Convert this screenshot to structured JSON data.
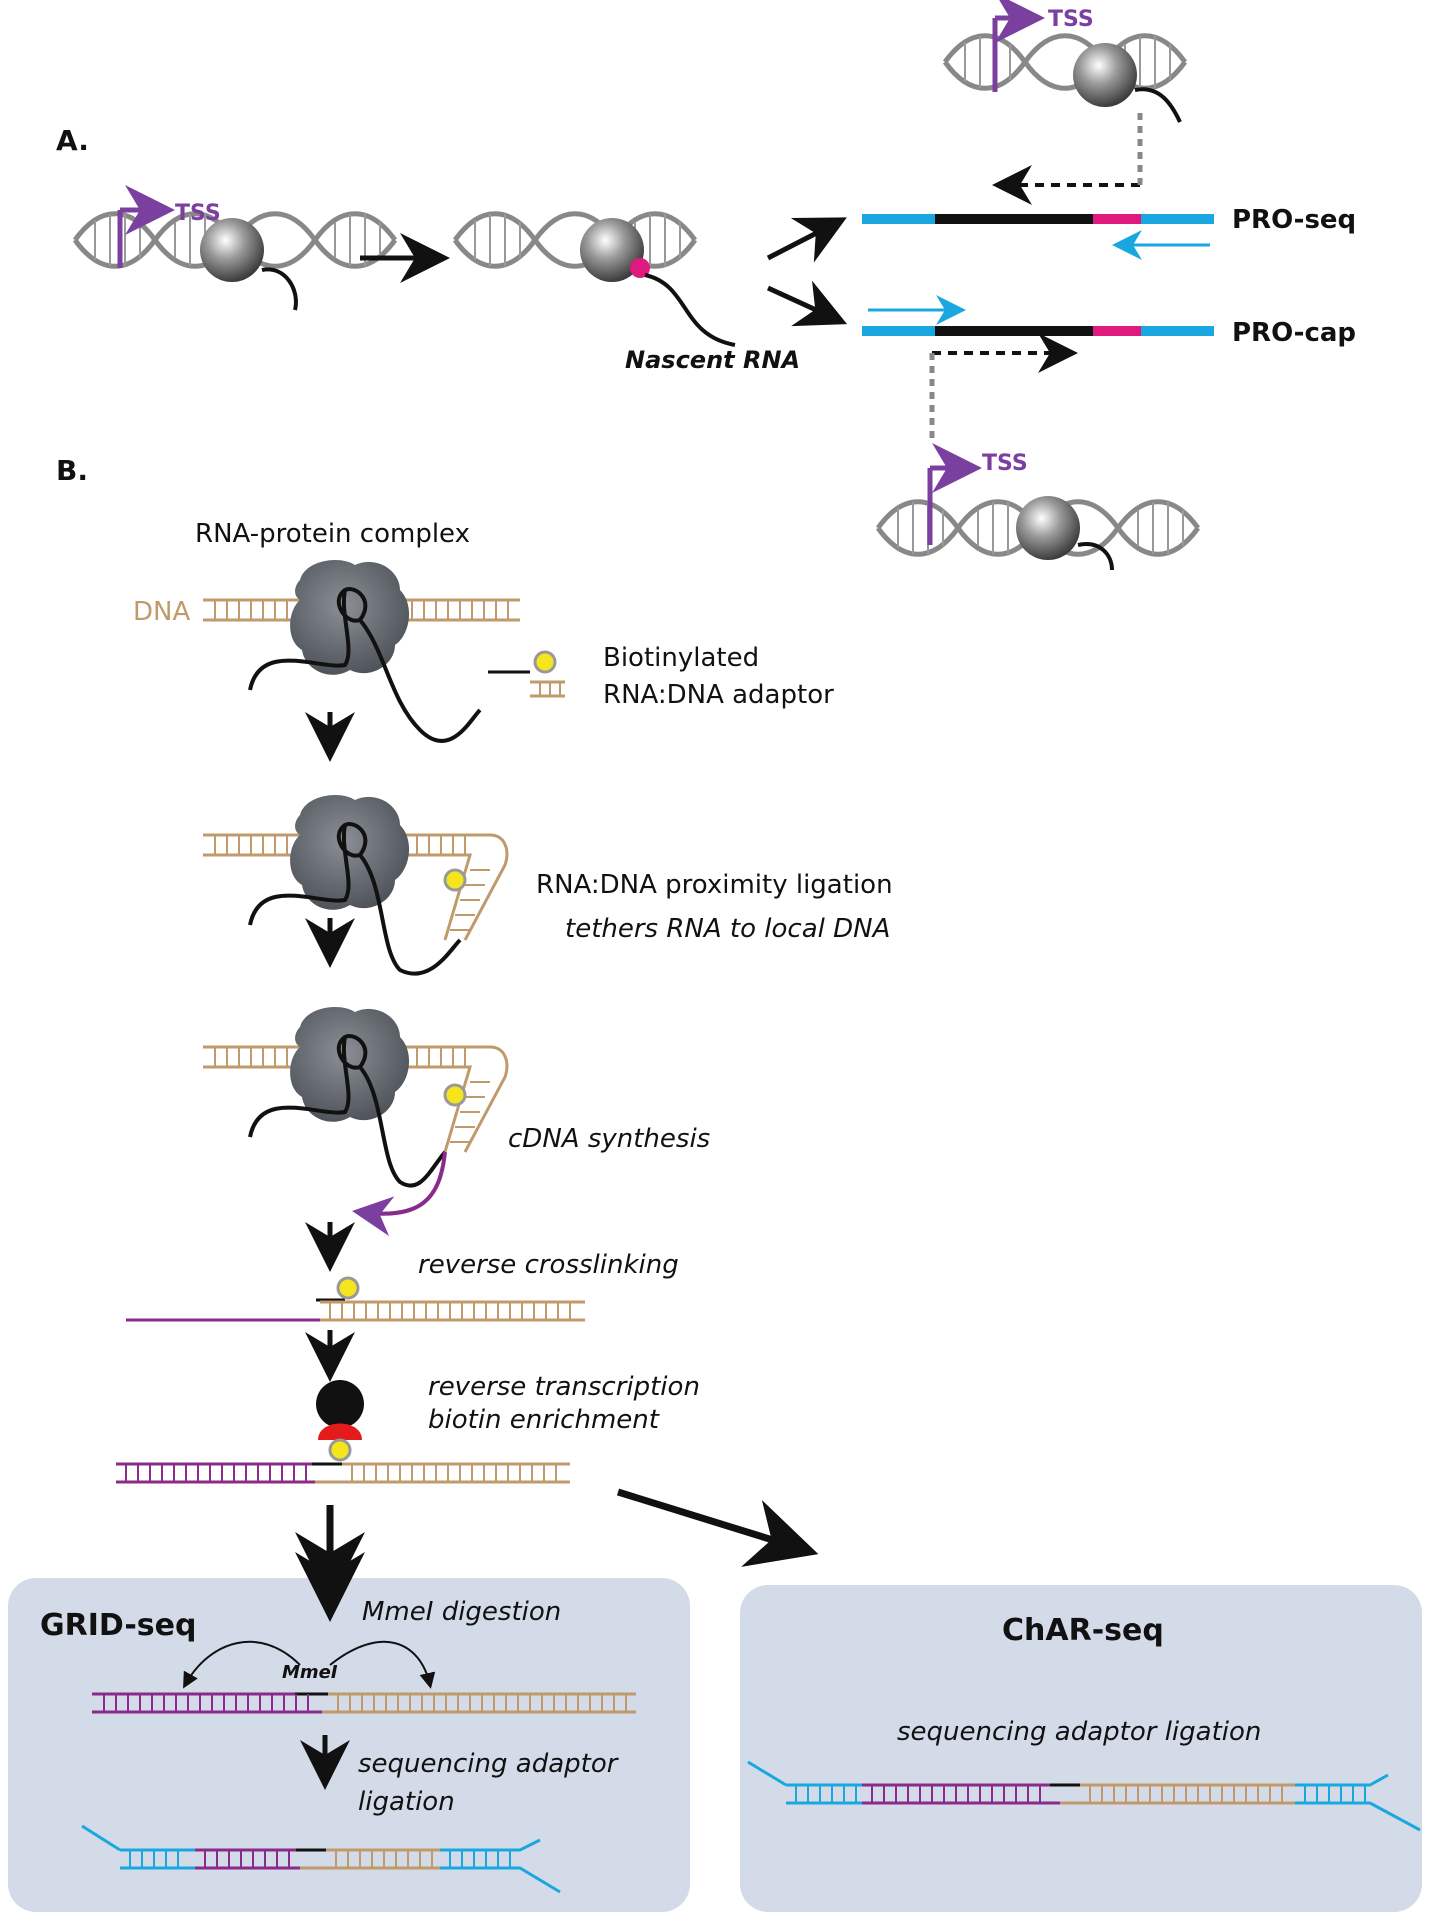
{
  "panel_a": {
    "label": "A.",
    "tss_left": "TSS",
    "tss_top": "TSS",
    "tss_bottom": "TSS",
    "nascent_rna": "Nascent RNA",
    "pro_seq": "PRO-seq",
    "pro_cap": "PRO-cap"
  },
  "panel_b": {
    "label": "B.",
    "complex_title": "RNA-protein complex",
    "dna_label": "DNA",
    "adaptor_line1": "Biotinylated",
    "adaptor_line2": "RNA:DNA adaptor",
    "ligation_line1": "RNA:DNA proximity ligation",
    "ligation_line2": "tethers RNA to local DNA",
    "cdna": "cDNA synthesis",
    "reverse_crosslinking": "reverse crosslinking",
    "rt_line1": "reverse transcription",
    "rt_line2": "biotin enrichment"
  },
  "grid_seq": {
    "title": "GRID-seq",
    "digestion": "MmeI digestion",
    "enzyme": "MmeI",
    "adaptor_line1": "sequencing adaptor",
    "adaptor_line2": "ligation"
  },
  "char_seq": {
    "title": "ChAR-seq",
    "adaptor": "sequencing adaptor ligation"
  },
  "colors": {
    "tss_purple": "#7b3fa0",
    "rna_purple": "#8a2a8a",
    "dna_tan": "#c19a6b",
    "cyan": "#1aa7e0",
    "magenta": "#e0197d",
    "panel_bg": "#d4dbe8",
    "biotin_yellow": "#f4e51c",
    "streptavidin_red": "#e41b1b"
  }
}
